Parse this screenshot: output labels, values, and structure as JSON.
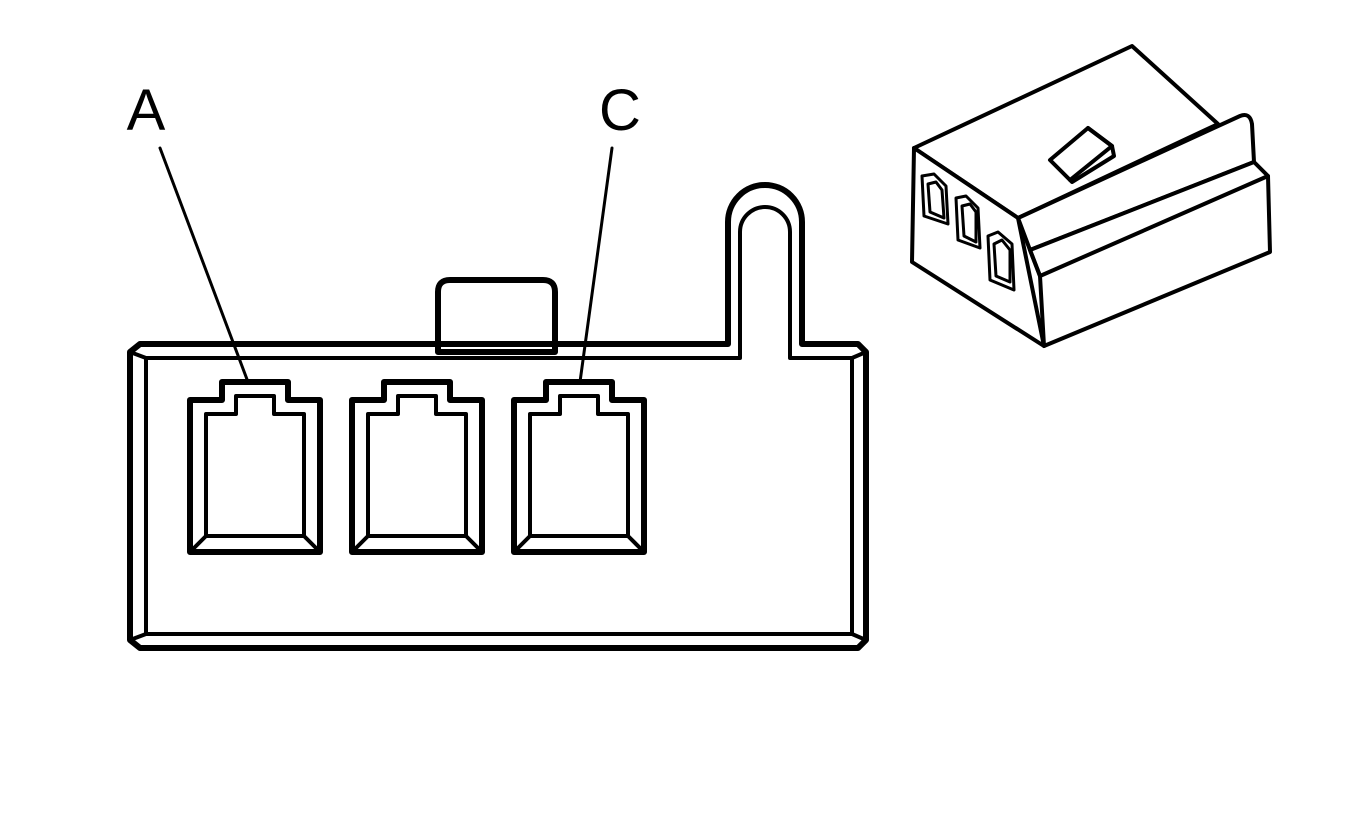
{
  "diagram": {
    "labels": {
      "pin_a": "A",
      "pin_c": "C"
    },
    "line_color": "#000000",
    "background_color": "#ffffff",
    "terminal_count": 3
  }
}
